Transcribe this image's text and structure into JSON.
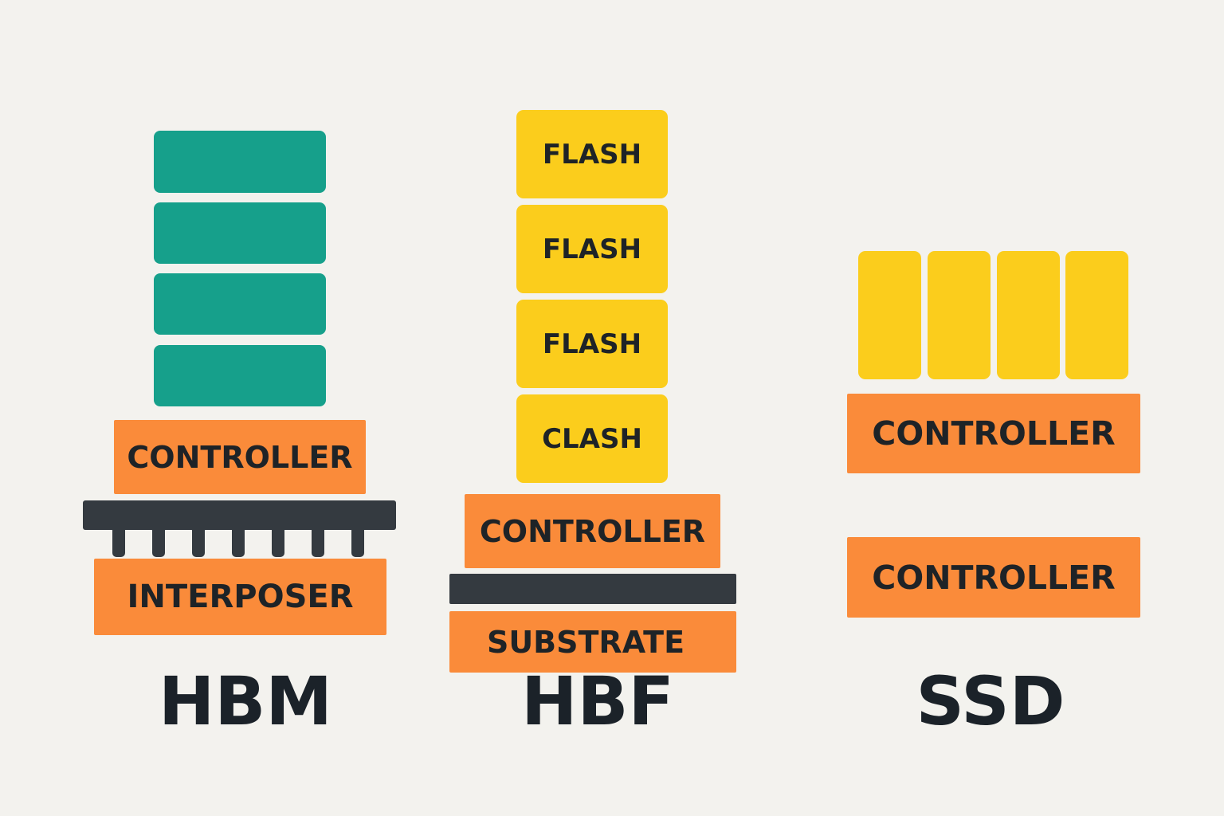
{
  "colors": {
    "background": "#f3f2ee",
    "dram_die": "#16a08b",
    "flash_die": "#fbcd1c",
    "logic_layer": "#fa8b3a",
    "dark_layer": "#343a40",
    "text": "#1e2327"
  },
  "hbm": {
    "title": "HBM",
    "controller": "CONTROLLER",
    "interposer": "INTERPOSER"
  },
  "hbf": {
    "title": "HBF",
    "dies": [
      "FLASH",
      "FLASH",
      "FLASH",
      "CLASH"
    ],
    "controller": "CONTROLLER",
    "substrate": "SUBSTRATE"
  },
  "ssd": {
    "title": "SSD",
    "controller_top": "CONTROLLER",
    "controller_bottom": "CONTROLLER"
  }
}
